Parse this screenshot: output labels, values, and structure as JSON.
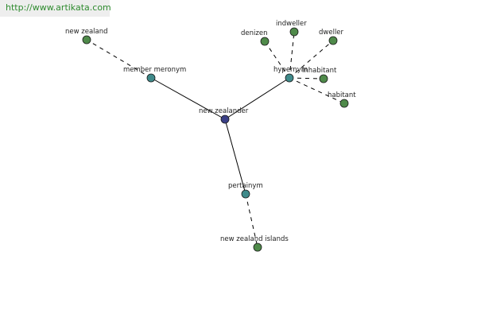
{
  "watermark": {
    "text": "http://www.artikata.com"
  },
  "colors": {
    "center": "#3a3f86",
    "relation": "#3f8a8a",
    "leaf": "#4f8a4a",
    "edge": "#000000"
  },
  "nodes": [
    {
      "id": "new-zealander",
      "label": "new zealander",
      "kind": "center"
    },
    {
      "id": "member-meronym",
      "label": "member meronym",
      "kind": "relation"
    },
    {
      "id": "hypernym",
      "label": "hypernym",
      "kind": "relation"
    },
    {
      "id": "pertainym",
      "label": "pertainym",
      "kind": "relation"
    },
    {
      "id": "new-zealand",
      "label": "new zealand",
      "kind": "leaf"
    },
    {
      "id": "denizen",
      "label": "denizen",
      "kind": "leaf"
    },
    {
      "id": "indweller",
      "label": "indweller",
      "kind": "leaf"
    },
    {
      "id": "dweller",
      "label": "dweller",
      "kind": "leaf"
    },
    {
      "id": "inhabitant",
      "label": "inhabitant",
      "kind": "leaf"
    },
    {
      "id": "habitant",
      "label": "habitant",
      "kind": "leaf"
    },
    {
      "id": "new-zealand-islands",
      "label": "new zealand islands",
      "kind": "leaf"
    }
  ],
  "edges": [
    {
      "from": "new-zealander",
      "to": "member-meronym",
      "style": "solid"
    },
    {
      "from": "new-zealander",
      "to": "hypernym",
      "style": "solid"
    },
    {
      "from": "new-zealander",
      "to": "pertainym",
      "style": "solid"
    },
    {
      "from": "member-meronym",
      "to": "new-zealand",
      "style": "dashed"
    },
    {
      "from": "hypernym",
      "to": "denizen",
      "style": "dashed"
    },
    {
      "from": "hypernym",
      "to": "indweller",
      "style": "dashed"
    },
    {
      "from": "hypernym",
      "to": "dweller",
      "style": "dashed"
    },
    {
      "from": "hypernym",
      "to": "inhabitant",
      "style": "dashed"
    },
    {
      "from": "hypernym",
      "to": "habitant",
      "style": "dashed"
    },
    {
      "from": "pertainym",
      "to": "new-zealand-islands",
      "style": "dashed"
    }
  ]
}
